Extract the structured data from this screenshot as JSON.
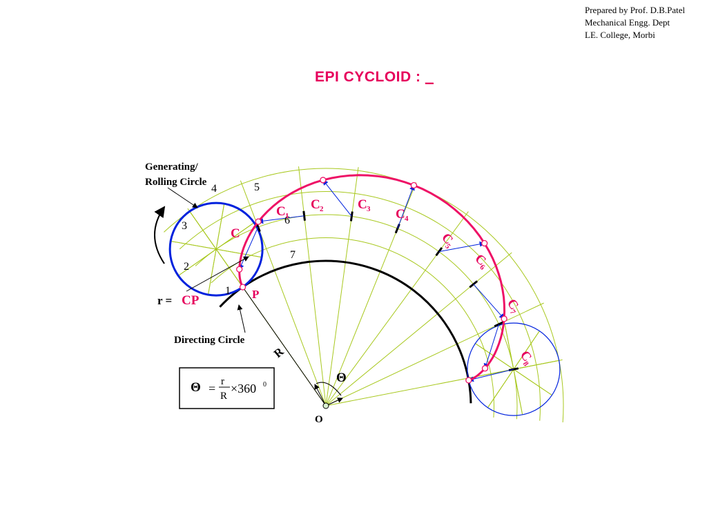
{
  "credit": {
    "line1": "Prepared by Prof. D.B.Patel",
    "line2": "Mechanical Engg. Dept",
    "line3": "LE. College, Morbi"
  },
  "title": {
    "text": "EPI CYCLOID : ",
    "underscore": "_"
  },
  "labels": {
    "generating_line1": "Generating/",
    "generating_line2": "Rolling Circle",
    "directing": "Directing Circle",
    "r_eq": "r = ",
    "cp": "CP",
    "p": "P",
    "o": "O",
    "big_r": "R",
    "c": "C",
    "theta_symbol": "Θ"
  },
  "division_numbers": [
    "1",
    "2",
    "3",
    "4",
    "5",
    "6",
    "7"
  ],
  "centre_labels": [
    {
      "main": "C",
      "sub": "1"
    },
    {
      "main": "C",
      "sub": "2"
    },
    {
      "main": "C",
      "sub": "3"
    },
    {
      "main": "C",
      "sub": "4"
    },
    {
      "main": "C",
      "sub": "5"
    },
    {
      "main": "C",
      "sub": "6"
    },
    {
      "main": "C",
      "sub": "7"
    },
    {
      "main": "C",
      "sub": "8"
    }
  ],
  "formula": {
    "theta": "Θ",
    "equals": "=",
    "numerator": "r",
    "denominator": "R",
    "times": "×360",
    "sup": "0"
  },
  "colors": {
    "title": "#e6005c",
    "curve": "#ee1166",
    "rolling_circle": "#0022dd",
    "construction": "#a8c81e",
    "directing": "#000000"
  }
}
